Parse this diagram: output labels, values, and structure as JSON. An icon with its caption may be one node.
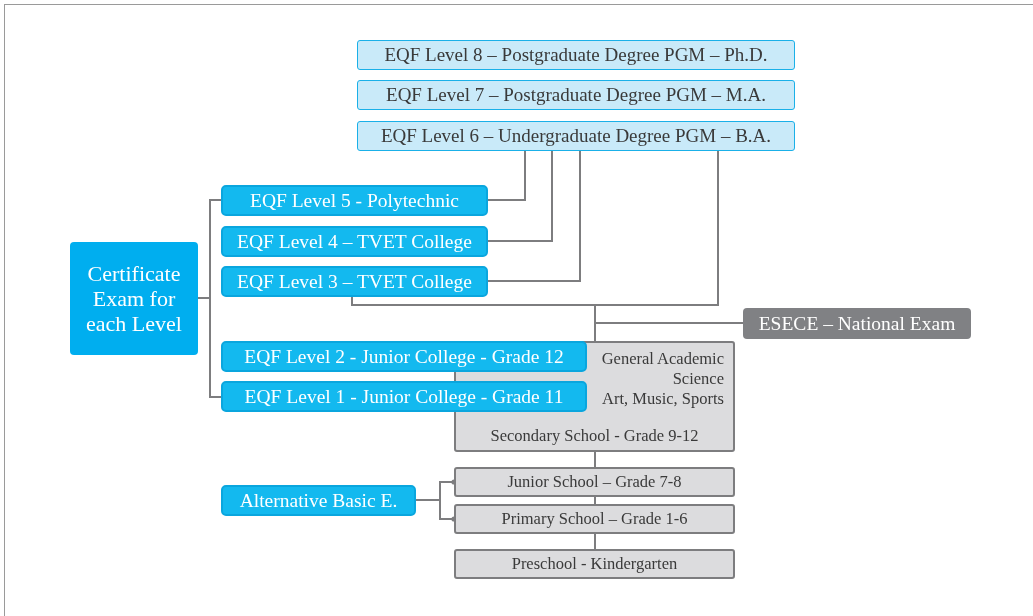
{
  "diagram": {
    "nodes": [
      {
        "text": [
          "EQF Level 8 – Postgraduate Degree PGM – Ph.D."
        ]
      },
      {
        "text": [
          "EQF Level 7 – Postgraduate Degree PGM – M.A."
        ]
      },
      {
        "text": [
          "EQF Level 6 – Undergraduate Degree PGM – B.A."
        ]
      },
      {
        "text": [
          "Certificate Exam for each Level"
        ]
      },
      {
        "text": [
          "EQF Level 5 - Polytechnic"
        ]
      },
      {
        "text": [
          "EQF Level 4 – TVET College"
        ]
      },
      {
        "text": [
          "EQF Level 3 – TVET College"
        ]
      },
      {
        "text": [
          "ESECE – National Exam"
        ]
      },
      {
        "text": [
          "General Academic",
          "Science",
          "Art, Music, Sports",
          "Secondary School - Grade 9-12"
        ]
      },
      {
        "text": [
          "EQF Level 2 - Junior College - Grade 12"
        ]
      },
      {
        "text": [
          "EQF Level 1 - Junior College - Grade 11"
        ]
      },
      {
        "text": [
          "Alternative Basic E."
        ]
      },
      {
        "text": [
          "Junior School – Grade 7-8"
        ]
      },
      {
        "text": [
          "Primary School – Grade 1-6"
        ]
      },
      {
        "text": [
          "Preschool - Kindergarten"
        ]
      }
    ],
    "edges": [
      {
        "from": 4,
        "to": 2,
        "arrow": "none"
      },
      {
        "from": 5,
        "to": 2,
        "arrow": "none"
      },
      {
        "from": 6,
        "to": 2,
        "arrow": "none"
      },
      {
        "from": 3,
        "to": 4,
        "arrow": "none"
      },
      {
        "from": 3,
        "to": 10,
        "arrow": "none"
      },
      {
        "from": 8,
        "to": 2,
        "arrow": "none"
      },
      {
        "from": 6,
        "to": 8,
        "arrow": "none"
      },
      {
        "from": 8,
        "to": 7,
        "arrow": "none"
      },
      {
        "from": 8,
        "to": 12,
        "arrow": "none"
      },
      {
        "from": 12,
        "to": 13,
        "arrow": "none"
      },
      {
        "from": 13,
        "to": 14,
        "arrow": "none"
      },
      {
        "from": 11,
        "to": 12,
        "arrow": "other"
      },
      {
        "from": 11,
        "to": 13,
        "arrow": "other"
      }
    ]
  }
}
